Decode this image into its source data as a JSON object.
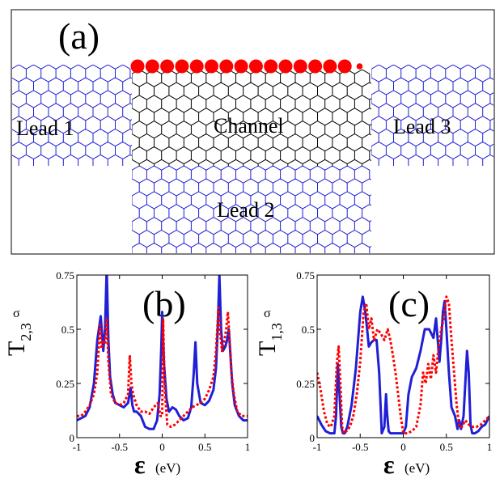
{
  "panel_a": {
    "label": "(a)",
    "regions": {
      "lead1": "Lead 1",
      "lead2": "Lead 2",
      "lead3": "Lead 3",
      "channel": "Channel"
    },
    "colors": {
      "lead": "#1f1fd6",
      "channel": "#000000",
      "dot": "#ff0000"
    },
    "edge_dot_sizes": [
      1,
      1,
      1,
      1,
      1,
      1,
      1,
      1,
      1,
      1,
      1,
      1,
      1,
      1,
      1,
      0.45
    ]
  },
  "chart_data": [
    {
      "type": "line",
      "panel_label": "(b)",
      "ylabel_main": "T",
      "ylabel_sup": "σ",
      "ylabel_sub": "2,3",
      "xlabel": "ε",
      "xlabel_unit": "(eV)",
      "xlim": [
        -1,
        1
      ],
      "ylim": [
        0,
        0.75
      ],
      "xticks": [
        -1,
        -0.5,
        0,
        0.5,
        1
      ],
      "yticks": [
        0,
        0.25,
        0.5,
        0.75
      ],
      "ytick_labels": [
        "0",
        "0.25",
        "0.5",
        "0.75"
      ],
      "xtick_labels": [
        "-1",
        "-0.5",
        "0",
        "0.5",
        "1"
      ],
      "series": [
        {
          "color": "#1f1fd6",
          "style": "solid",
          "x": [
            -1,
            -0.95,
            -0.9,
            -0.85,
            -0.8,
            -0.76,
            -0.72,
            -0.69,
            -0.67,
            -0.65,
            -0.63,
            -0.61,
            -0.58,
            -0.55,
            -0.5,
            -0.45,
            -0.4,
            -0.37,
            -0.35,
            -0.33,
            -0.3,
            -0.25,
            -0.2,
            -0.15,
            -0.1,
            -0.06,
            -0.03,
            -0.01,
            0,
            0.02,
            0.05,
            0.08,
            0.12,
            0.16,
            0.2,
            0.25,
            0.3,
            0.34,
            0.37,
            0.39,
            0.41,
            0.45,
            0.5,
            0.55,
            0.6,
            0.63,
            0.65,
            0.67,
            0.69,
            0.71,
            0.74,
            0.76,
            0.78,
            0.8,
            0.82,
            0.85,
            0.9,
            0.95,
            1
          ],
          "y": [
            0.08,
            0.09,
            0.1,
            0.14,
            0.25,
            0.45,
            0.56,
            0.4,
            0.5,
            0.78,
            0.45,
            0.28,
            0.2,
            0.16,
            0.15,
            0.14,
            0.16,
            0.23,
            0.15,
            0.12,
            0.12,
            0.1,
            0.05,
            0.04,
            0.04,
            0.08,
            0.2,
            0.42,
            0.58,
            0.35,
            0.18,
            0.12,
            0.14,
            0.13,
            0.1,
            0.08,
            0.09,
            0.14,
            0.3,
            0.44,
            0.25,
            0.16,
            0.15,
            0.17,
            0.22,
            0.32,
            0.5,
            0.75,
            0.5,
            0.4,
            0.42,
            0.45,
            0.5,
            0.38,
            0.25,
            0.15,
            0.1,
            0.08,
            0.08
          ]
        },
        {
          "color": "#ff0000",
          "style": "dotted",
          "x": [
            -1,
            -0.95,
            -0.9,
            -0.85,
            -0.8,
            -0.76,
            -0.73,
            -0.71,
            -0.69,
            -0.67,
            -0.65,
            -0.63,
            -0.6,
            -0.55,
            -0.5,
            -0.45,
            -0.4,
            -0.38,
            -0.36,
            -0.34,
            -0.3,
            -0.25,
            -0.2,
            -0.15,
            -0.1,
            -0.05,
            -0.02,
            0,
            0.01,
            0.03,
            0.06,
            0.1,
            0.15,
            0.2,
            0.25,
            0.3,
            0.35,
            0.4,
            0.45,
            0.5,
            0.55,
            0.6,
            0.63,
            0.66,
            0.68,
            0.7,
            0.73,
            0.75,
            0.77,
            0.79,
            0.81,
            0.84,
            0.88,
            0.93,
            1
          ],
          "y": [
            0.1,
            0.1,
            0.12,
            0.15,
            0.2,
            0.3,
            0.52,
            0.41,
            0.45,
            0.43,
            0.55,
            0.35,
            0.2,
            0.16,
            0.15,
            0.16,
            0.2,
            0.38,
            0.25,
            0.2,
            0.15,
            0.12,
            0.12,
            0.11,
            0.14,
            0.16,
            0.1,
            0.1,
            0.55,
            0.22,
            0.06,
            0.05,
            0.06,
            0.08,
            0.1,
            0.12,
            0.14,
            0.15,
            0.16,
            0.18,
            0.22,
            0.28,
            0.4,
            0.6,
            0.48,
            0.4,
            0.45,
            0.5,
            0.58,
            0.45,
            0.3,
            0.2,
            0.12,
            0.1,
            0.1
          ]
        }
      ]
    },
    {
      "type": "line",
      "panel_label": "(c)",
      "ylabel_main": "T",
      "ylabel_sup": "σ",
      "ylabel_sub": "1,3",
      "xlabel": "ε",
      "xlabel_unit": "(eV)",
      "xlim": [
        -1,
        1
      ],
      "ylim": [
        0,
        0.75
      ],
      "xticks": [
        -1,
        -0.5,
        0,
        0.5,
        1
      ],
      "yticks": [
        0,
        0.25,
        0.5,
        0.75
      ],
      "ytick_labels": [
        "0",
        "0.25",
        "0.5",
        "0.75"
      ],
      "xtick_labels": [
        "-1",
        "-0.5",
        "0",
        "0.5",
        "1"
      ],
      "series": [
        {
          "color": "#1f1fd6",
          "style": "solid",
          "x": [
            -1,
            -0.95,
            -0.9,
            -0.85,
            -0.8,
            -0.78,
            -0.76,
            -0.74,
            -0.72,
            -0.7,
            -0.68,
            -0.65,
            -0.6,
            -0.55,
            -0.5,
            -0.47,
            -0.44,
            -0.42,
            -0.4,
            -0.37,
            -0.34,
            -0.31,
            -0.28,
            -0.25,
            -0.22,
            -0.2,
            -0.19,
            -0.17,
            -0.15,
            -0.1,
            -0.05,
            0,
            0.03,
            0.06,
            0.1,
            0.15,
            0.2,
            0.25,
            0.3,
            0.35,
            0.38,
            0.4,
            0.42,
            0.44,
            0.46,
            0.48,
            0.5,
            0.53,
            0.56,
            0.6,
            0.63,
            0.65,
            0.67,
            0.7,
            0.74,
            0.76,
            0.78,
            0.8,
            0.83,
            0.87,
            0.91,
            0.95,
            1
          ],
          "y": [
            0.1,
            0.06,
            0.03,
            0.02,
            0.02,
            0.1,
            0.34,
            0.2,
            0.05,
            0.02,
            0.02,
            0.05,
            0.15,
            0.32,
            0.58,
            0.65,
            0.58,
            0.5,
            0.42,
            0.44,
            0.45,
            0.45,
            0.3,
            0.02,
            0.05,
            0.2,
            0.12,
            0.03,
            0.02,
            0.02,
            0.02,
            0.02,
            0.05,
            0.2,
            0.28,
            0.32,
            0.4,
            0.5,
            0.5,
            0.46,
            0.55,
            0.45,
            0.35,
            0.45,
            0.58,
            0.63,
            0.5,
            0.3,
            0.14,
            0.1,
            0.04,
            0.08,
            0.04,
            0.1,
            0.4,
            0.3,
            0.06,
            0.02,
            0.02,
            0.03,
            0.05,
            0.06,
            0.1
          ]
        },
        {
          "color": "#ff0000",
          "style": "dotted",
          "x": [
            -1,
            -0.96,
            -0.92,
            -0.88,
            -0.84,
            -0.8,
            -0.77,
            -0.75,
            -0.73,
            -0.71,
            -0.69,
            -0.66,
            -0.62,
            -0.58,
            -0.54,
            -0.5,
            -0.46,
            -0.43,
            -0.4,
            -0.37,
            -0.34,
            -0.3,
            -0.26,
            -0.22,
            -0.18,
            -0.15,
            -0.12,
            -0.09,
            -0.06,
            -0.03,
            0,
            0.05,
            0.1,
            0.15,
            0.2,
            0.23,
            0.26,
            0.29,
            0.32,
            0.35,
            0.38,
            0.41,
            0.44,
            0.47,
            0.5,
            0.53,
            0.56,
            0.59,
            0.62,
            0.65,
            0.68,
            0.72,
            0.76,
            0.8,
            0.85,
            0.9,
            0.95,
            1
          ],
          "y": [
            0.3,
            0.22,
            0.12,
            0.06,
            0.05,
            0.1,
            0.35,
            0.42,
            0.25,
            0.05,
            0.02,
            0.03,
            0.05,
            0.1,
            0.2,
            0.35,
            0.58,
            0.62,
            0.5,
            0.55,
            0.45,
            0.5,
            0.48,
            0.45,
            0.5,
            0.45,
            0.38,
            0.3,
            0.2,
            0.1,
            0.02,
            0.02,
            0.03,
            0.05,
            0.15,
            0.3,
            0.25,
            0.34,
            0.27,
            0.38,
            0.3,
            0.42,
            0.5,
            0.55,
            0.65,
            0.62,
            0.45,
            0.3,
            0.15,
            0.05,
            0.05,
            0.08,
            0.06,
            0.05,
            0.05,
            0.06,
            0.08,
            0.1
          ]
        }
      ]
    }
  ]
}
